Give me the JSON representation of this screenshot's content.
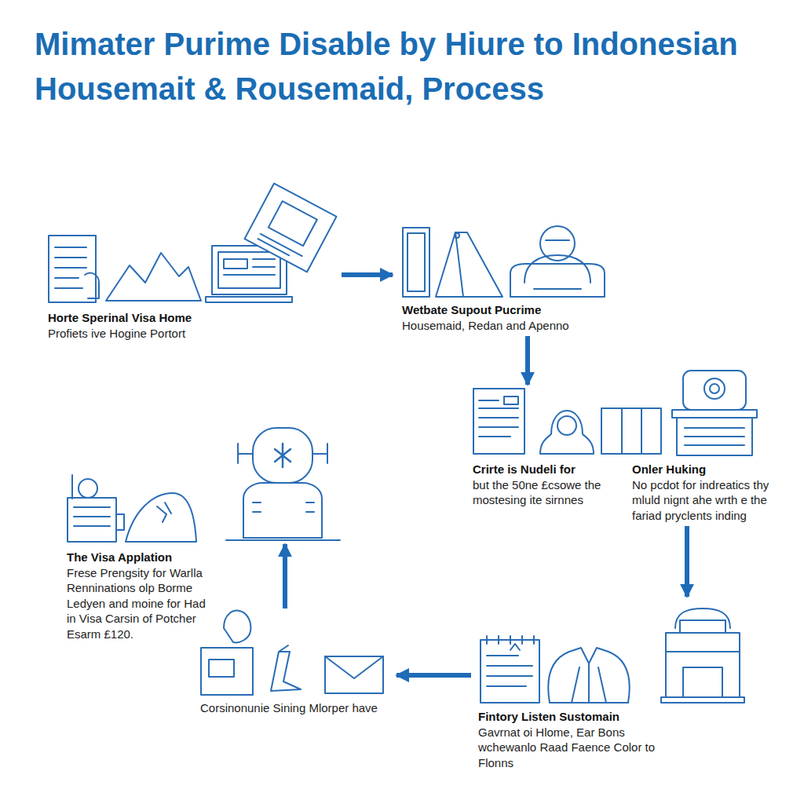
{
  "diagram": {
    "title": "Mimater Purime Disable by Hiure to Indonesian Housemait & Rousemaid, Process",
    "nodes": [
      {
        "text": [
          "Horte Sperinal Visa Home",
          "Profiets ive Hogine Portort"
        ]
      },
      {
        "text": [
          "Wetbate Supout Pucrime",
          "Housemaid, Redan and Apenno"
        ]
      },
      {
        "text": [
          "Crirte is Nudeli for",
          "but the 50ne £csowe the mostesing ite sirnnes"
        ]
      },
      {
        "text": [
          "Onler Huking",
          "No pcdot for indreatics thy mluld nignt ahe wrth e the fariad pryclents inding"
        ]
      },
      {
        "text": [
          "Fintory Listen Sustomain",
          "Gavrnat oi Hlome, Ear Bons wchewanlo Raad Faence Color to Flonns"
        ]
      },
      {
        "text": [
          "Corsinonunie Sining Mlorper have"
        ]
      },
      {
        "text": [
          "The Visa Applation",
          "Frese Prengsity for Warlla Renninations olp Borme Ledyen and moine for Had in Visa Carsin of Potcher Esarm £120."
        ]
      }
    ],
    "edges": [
      {
        "from": 0,
        "to": 1,
        "arrow": "to"
      },
      {
        "from": 1,
        "to": 2,
        "arrow": "to"
      },
      {
        "from": 3,
        "to": 4,
        "arrow": "to"
      },
      {
        "from": 4,
        "to": 5,
        "arrow": "to"
      },
      {
        "from": 5,
        "to": 6,
        "arrow": "to"
      }
    ]
  }
}
